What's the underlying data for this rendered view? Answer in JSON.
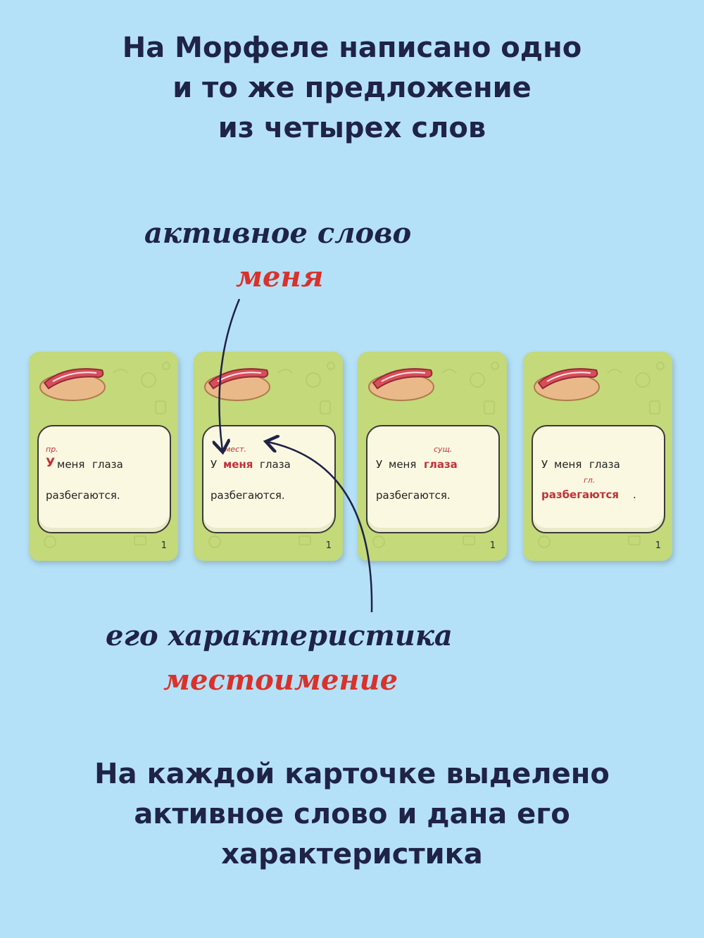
{
  "headline_top": [
    "На Морфеле написано одно",
    "и то же предложение",
    "из четырех слов"
  ],
  "active_word_caption": "активное слово",
  "active_word_example": "меня",
  "characteristic_caption": "его характеристика",
  "characteristic_example": "местоимение",
  "headline_bottom": [
    "На каждой карточке выделено",
    "активное слово и дана его",
    "характеристика"
  ],
  "colors": {
    "background": "#b5e1f8",
    "card": "#c3d97a",
    "panel": "#fbf8e1",
    "accent_red": "#d9322b",
    "text_dark": "#1f2346"
  },
  "cards": [
    {
      "number": "1",
      "tag": "пр.",
      "active": "У",
      "line1": [
        "У",
        "меня",
        "глаза"
      ],
      "line2": [
        "разбегаются."
      ]
    },
    {
      "number": "1",
      "tag": "мест.",
      "active": "меня",
      "line1": [
        "У",
        "меня",
        "глаза"
      ],
      "line2": [
        "разбегаются."
      ]
    },
    {
      "number": "1",
      "tag": "сущ.",
      "active": "глаза",
      "line1": [
        "У",
        "меня",
        "глаза"
      ],
      "line2": [
        "разбегаются."
      ]
    },
    {
      "number": "1",
      "tag": "гл.",
      "active": "разбегаются",
      "line1": [
        "У",
        "меня",
        "глаза"
      ],
      "line2": [
        "разбегаются",
        "."
      ]
    }
  ],
  "card_icon": "hotdog-icon"
}
